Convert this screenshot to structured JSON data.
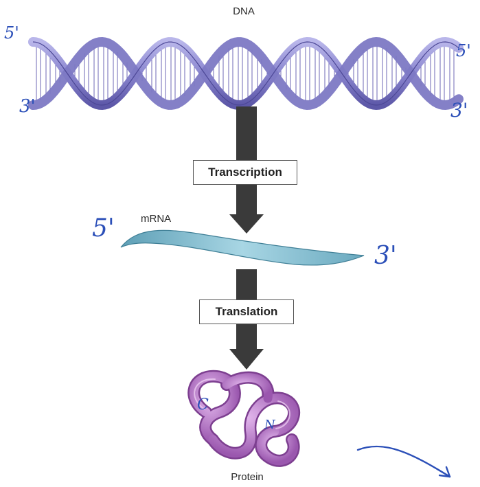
{
  "labels": {
    "dna": "DNA",
    "mrna": "mRNA",
    "protein": "Protein",
    "transcription": "Transcription",
    "translation": "Translation"
  },
  "annotations": {
    "dna_5_left": "5'",
    "dna_3_left": "3'",
    "dna_5_right": "5'",
    "dna_3_right": "3'",
    "mrna_5": "5'",
    "mrna_3": "3'",
    "protein_c": "C",
    "protein_n": "N"
  },
  "colors": {
    "helix_strand": "#8a86cf",
    "helix_strand_dark": "#5d58a8",
    "rungs": "#ffffff",
    "arrow": "#3a3a3a",
    "mrna": "#7fb8cc",
    "protein": "#b374c4",
    "handwriting": "#2b4fb8"
  },
  "icons": {
    "dna_helix": "double-helix",
    "mrna_strand": "ribbon",
    "protein": "coiled-protein",
    "flow_arrow": "down-arrow"
  }
}
